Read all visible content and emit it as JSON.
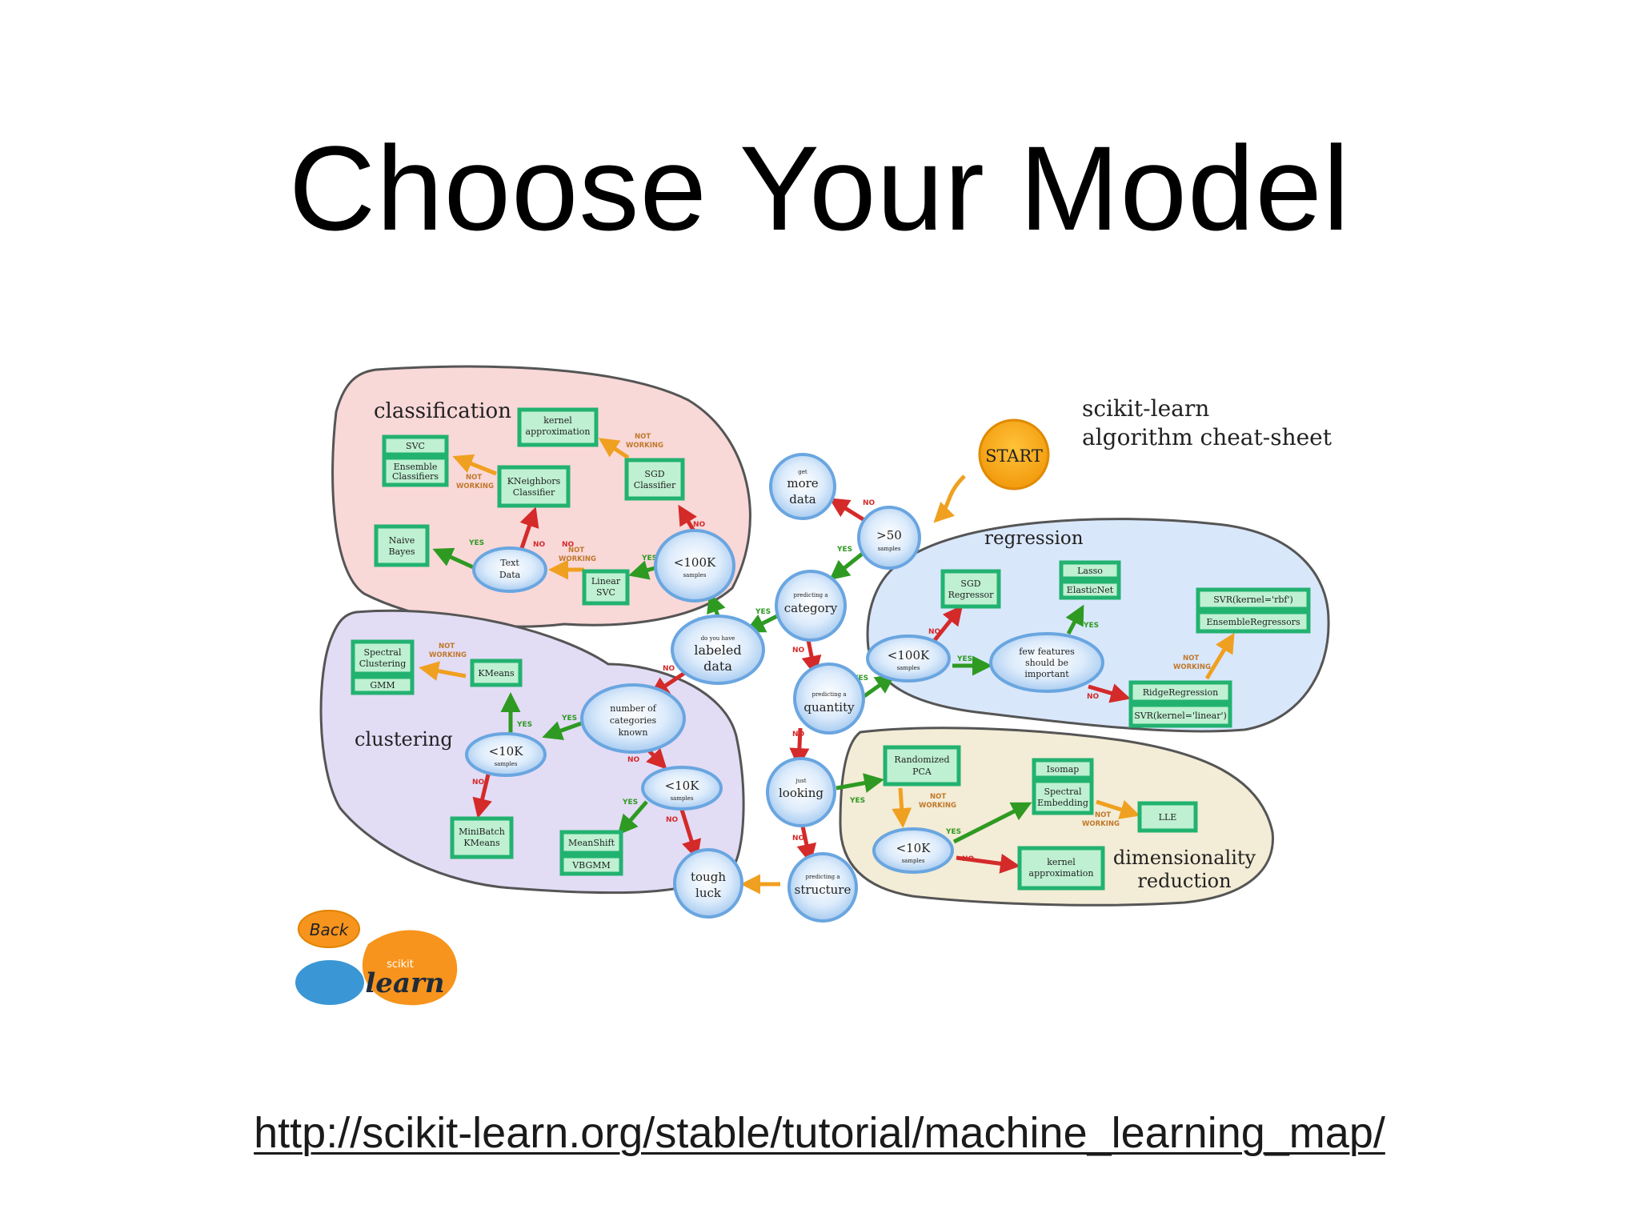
{
  "slide": {
    "title": "Choose Your Model",
    "link": "http://scikit-learn.org/stable/tutorial/machine_learning_map/"
  },
  "cheat_sheet": {
    "title_line1": "scikit-learn",
    "title_line2": "algorithm cheat-sheet",
    "regions": {
      "classification": "classification",
      "clustering": "clustering",
      "regression": "regression",
      "dim_line1": "dimensionality",
      "dim_line2": "reduction"
    },
    "start": "START",
    "decisions": {
      "more_data_small": "get",
      "more_data_1": "more",
      "more_data_2": "data",
      "gt50": ">50",
      "samples": "samples",
      "pred_small": "predicting a",
      "category": "category",
      "quantity": "quantity",
      "dyh_small": "do you have",
      "labeled_1": "labeled",
      "labeled_2": "data",
      "lt100k": "<100K",
      "lt10k": "<10K",
      "text_1": "Text",
      "text_2": "Data",
      "ncat_1": "number of",
      "ncat_2": "categories",
      "ncat_3": "known",
      "just_small": "just",
      "looking": "looking",
      "structure": "structure",
      "tough_1": "tough",
      "tough_2": "luck",
      "few_1": "few features",
      "few_2": "should be",
      "few_3": "important"
    },
    "estimators": {
      "kernel_approx_1": "kernel",
      "kernel_approx_2": "approximation",
      "svc": "SVC",
      "ensemble_1": "Ensemble",
      "ensemble_2": "Classifiers",
      "knn_1": "KNeighbors",
      "knn_2": "Classifier",
      "sgd_1": "SGD",
      "sgd_clf_2": "Classifier",
      "naive_1": "Naive",
      "naive_2": "Bayes",
      "linsvc_1": "Linear",
      "linsvc_2": "SVC",
      "spectral_clu_1": "Spectral",
      "spectral_clu_2": "Clustering",
      "gmm": "GMM",
      "kmeans": "KMeans",
      "minibatch_1": "MiniBatch",
      "minibatch_2": "KMeans",
      "meanshift": "MeanShift",
      "vbgmm": "VBGMM",
      "sgd_reg_2": "Regressor",
      "lasso": "Lasso",
      "elasticnet": "ElasticNet",
      "svr_rbf": "SVR(kernel='rbf')",
      "ensemble_reg": "EnsembleRegressors",
      "ridge": "RidgeRegression",
      "svr_linear": "SVR(kernel='linear')",
      "rpca_1": "Randomized",
      "rpca_2": "PCA",
      "isomap": "Isomap",
      "spec_emb_1": "Spectral",
      "spec_emb_2": "Embedding",
      "lle": "LLE"
    },
    "edge_labels": {
      "yes": "YES",
      "no": "NO",
      "not": "NOT",
      "working": "WORKING"
    },
    "logo": {
      "back": "Back",
      "scikit": "scikit",
      "learn": "learn"
    }
  }
}
